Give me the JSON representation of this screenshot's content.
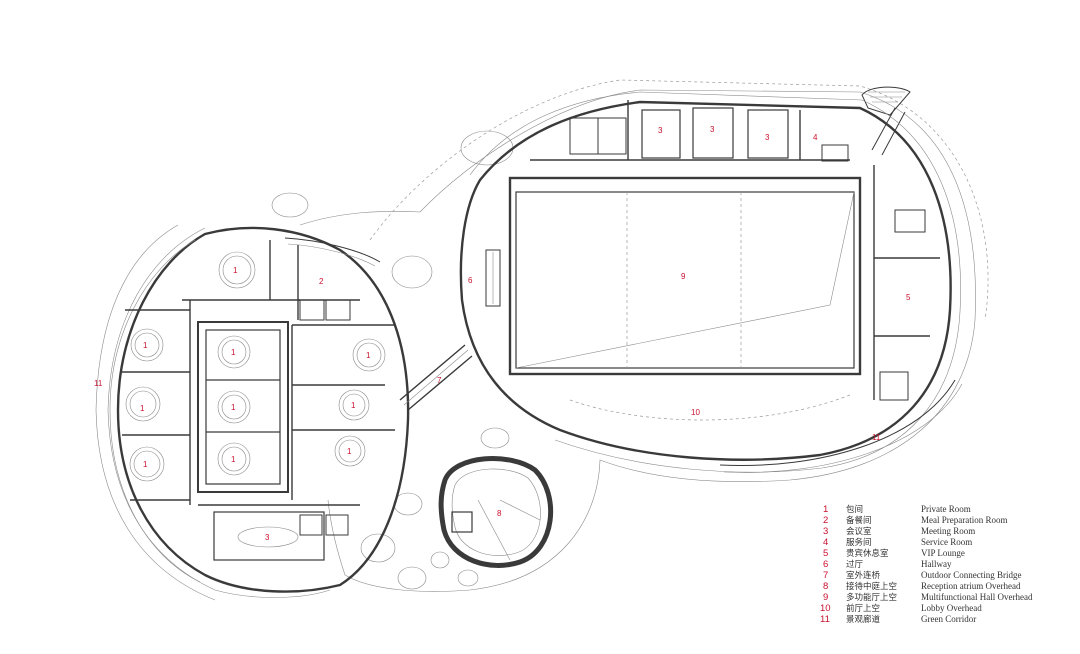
{
  "plan_labels": [
    {
      "id": "1a",
      "text": "1"
    },
    {
      "id": "1b",
      "text": "1"
    },
    {
      "id": "1c",
      "text": "1"
    },
    {
      "id": "1d",
      "text": "1"
    },
    {
      "id": "1e",
      "text": "1"
    },
    {
      "id": "1f",
      "text": "1"
    },
    {
      "id": "1g",
      "text": "1"
    },
    {
      "id": "1h",
      "text": "1"
    },
    {
      "id": "1i",
      "text": "1"
    },
    {
      "id": "1j",
      "text": "1"
    },
    {
      "id": "2",
      "text": "2"
    },
    {
      "id": "3a",
      "text": "3"
    },
    {
      "id": "3b",
      "text": "3"
    },
    {
      "id": "3c",
      "text": "3"
    },
    {
      "id": "3d",
      "text": "3"
    },
    {
      "id": "4",
      "text": "4"
    },
    {
      "id": "5",
      "text": "5"
    },
    {
      "id": "6",
      "text": "6"
    },
    {
      "id": "7",
      "text": "7"
    },
    {
      "id": "8",
      "text": "8"
    },
    {
      "id": "9",
      "text": "9"
    },
    {
      "id": "10",
      "text": "10"
    },
    {
      "id": "11a",
      "text": "11"
    },
    {
      "id": "11b",
      "text": "11"
    }
  ],
  "legend": [
    {
      "num": "1",
      "zh": "包间",
      "en": "Private Room"
    },
    {
      "num": "2",
      "zh": "备餐间",
      "en": "Meal Preparation Room"
    },
    {
      "num": "3",
      "zh": "会议室",
      "en": "Meeting Room"
    },
    {
      "num": "4",
      "zh": "服务间",
      "en": "Service Room"
    },
    {
      "num": "5",
      "zh": "贵宾休息室",
      "en": "VIP Lounge"
    },
    {
      "num": "6",
      "zh": "过厅",
      "en": "Hallway"
    },
    {
      "num": "7",
      "zh": "室外连桥",
      "en": "Outdoor Connecting Bridge"
    },
    {
      "num": "8",
      "zh": "接待中庭上空",
      "en": "Reception atrium Overhead"
    },
    {
      "num": "9",
      "zh": "多功能厅上空",
      "en": "Multifunctional Hall Overhead"
    },
    {
      "num": "10",
      "zh": "前厅上空",
      "en": "Lobby Overhead"
    },
    {
      "num": "11",
      "zh": "景观廊道",
      "en": "Green Corridor"
    }
  ],
  "colors": {
    "label": "#c8102e",
    "wall": "#3a3a3a",
    "line": "#8a8a8a"
  }
}
